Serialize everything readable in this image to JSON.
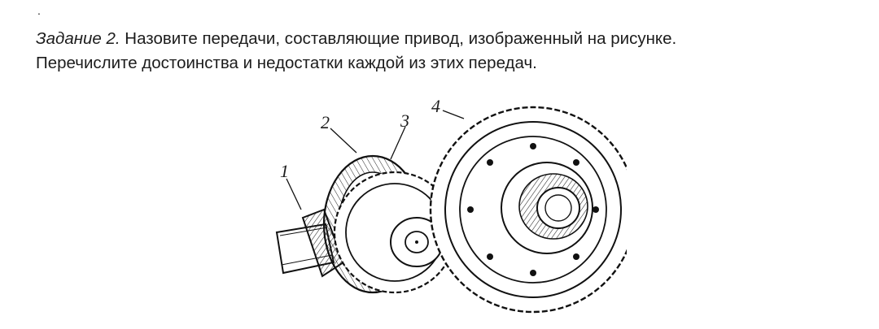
{
  "page": {
    "marker": ".",
    "task_label": "Задание 2.",
    "task_line1": "Назовите передачи, составляющие привод, изображенный на рисунке.",
    "task_line2": "Перечислите достоинства и недостатки каждой из этих передач."
  },
  "figure": {
    "labels": [
      "1",
      "2",
      "3",
      "4"
    ]
  }
}
